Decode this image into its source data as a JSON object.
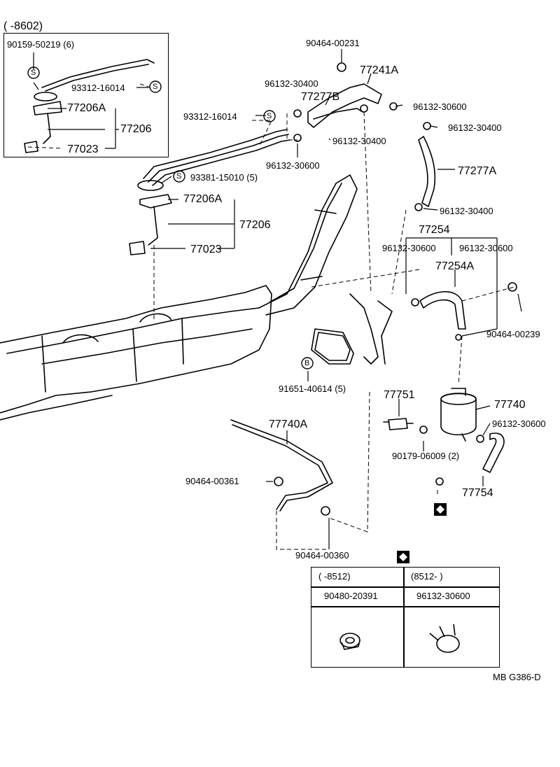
{
  "inset_title": "(      -8602)",
  "labels": {
    "p90159": "90159-50219 (6)",
    "p93312_inset": "93312-16014",
    "p77206A_inset": "77206A",
    "p77206_inset": "77206",
    "p77023_inset": "77023",
    "p90464_00231": "90464-00231",
    "p77241A": "77241A",
    "p96132_30400_a": "96132-30400",
    "p77277B": "77277B",
    "p96132_30600_a": "96132-30600",
    "p96132_30400_b": "96132-30400",
    "p93312_main": "93312-16014",
    "p96132_30400_c": "96132-30400",
    "p96132_30600_b": "96132-30600",
    "p77277A": "77277A",
    "p93381": "93381-15010 (5)",
    "p77206A_main": "77206A",
    "p96132_30400_d": "96132-30400",
    "p77206_main": "77206",
    "p77254": "77254",
    "p96132_30600_c": "96132-30600",
    "p96132_30600_d": "96132-30600",
    "p77023_main": "77023",
    "p77254A": "77254A",
    "p90464_00239": "90464-00239",
    "p91651": "91651-40614 (5)",
    "p77751": "77751",
    "p77740": "77740",
    "p77740A": "77740A",
    "p96132_30600_e": "96132-30600",
    "p90179": "90179-06009 (2)",
    "p90464_00361": "90464-00361",
    "p77754": "77754",
    "p90464_00360": "90464-00360"
  },
  "symbols": {
    "s_marker": "S",
    "b_marker": "B"
  },
  "legend": {
    "col1_header": "(        -8512)",
    "col2_header": "(8512-        )",
    "col1_part": "90480-20391",
    "col2_part": "96132-30600"
  },
  "footer": "MB  G386-D"
}
